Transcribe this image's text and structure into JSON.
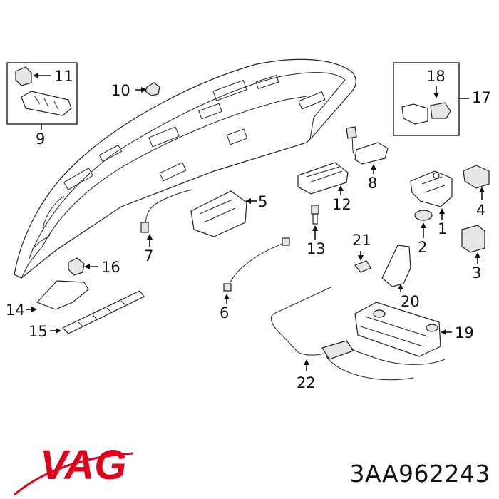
{
  "brand": {
    "name": "VAG",
    "color": "#e2001a"
  },
  "part_number": "3AA962243",
  "callouts": {
    "c1": "1",
    "c2": "2",
    "c3": "3",
    "c4": "4",
    "c5": "5",
    "c6": "6",
    "c7": "7",
    "c8": "8",
    "c9": "9",
    "c10": "10",
    "c11": "11",
    "c12": "12",
    "c13": "13",
    "c14": "14",
    "c15": "15",
    "c16": "16",
    "c17": "17",
    "c18": "18",
    "c19": "19",
    "c20": "20",
    "c21": "21",
    "c22": "22"
  }
}
